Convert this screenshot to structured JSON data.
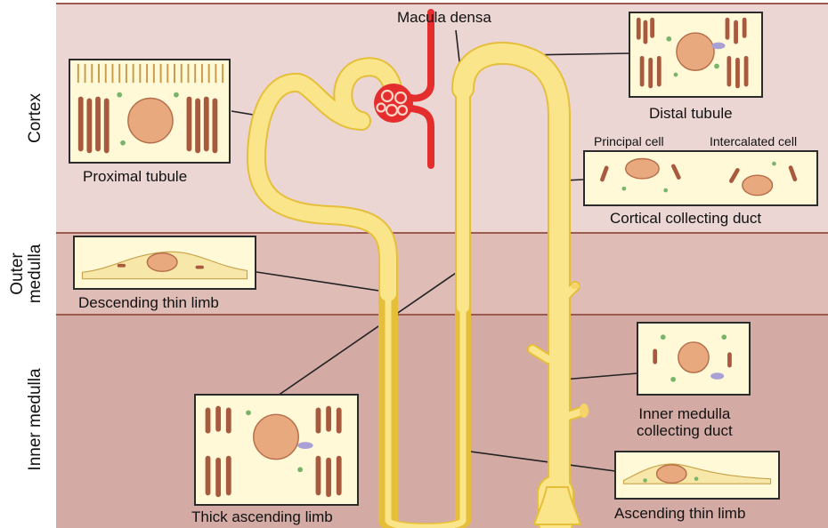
{
  "regions": {
    "cortex": "Cortex",
    "outer_medulla_line1": "Outer",
    "outer_medulla_line2": "medulla",
    "inner_medulla": "Inner medulla"
  },
  "labels": {
    "macula_densa": "Macula densa",
    "distal_tubule": "Distal tubule",
    "proximal_tubule": "Proximal tubule",
    "principal_cell": "Principal cell",
    "intercalated_cell": "Intercalated cell",
    "cortical_collecting_duct": "Cortical collecting duct",
    "descending_thin_limb": "Descending thin limb",
    "inner_medulla_collecting_duct_line1": "Inner medulla",
    "inner_medulla_collecting_duct_line2": "collecting duct",
    "thick_ascending_limb": "Thick ascending limb",
    "ascending_thin_limb": "Ascending thin limb"
  },
  "colors": {
    "cortex_bg": "#ecd6d3",
    "outer_medulla_bg": "#dfbcb6",
    "inner_medulla_bg": "#d4aba4",
    "tubule_fill": "#fbe58a",
    "tubule_edge": "#e6bf3a",
    "vessel": "#e42e2e",
    "mitochondria": "#a85a3e",
    "nucleus": "#e9a97f",
    "granule": "#79b46a",
    "vesicle": "#a9a1d6"
  }
}
